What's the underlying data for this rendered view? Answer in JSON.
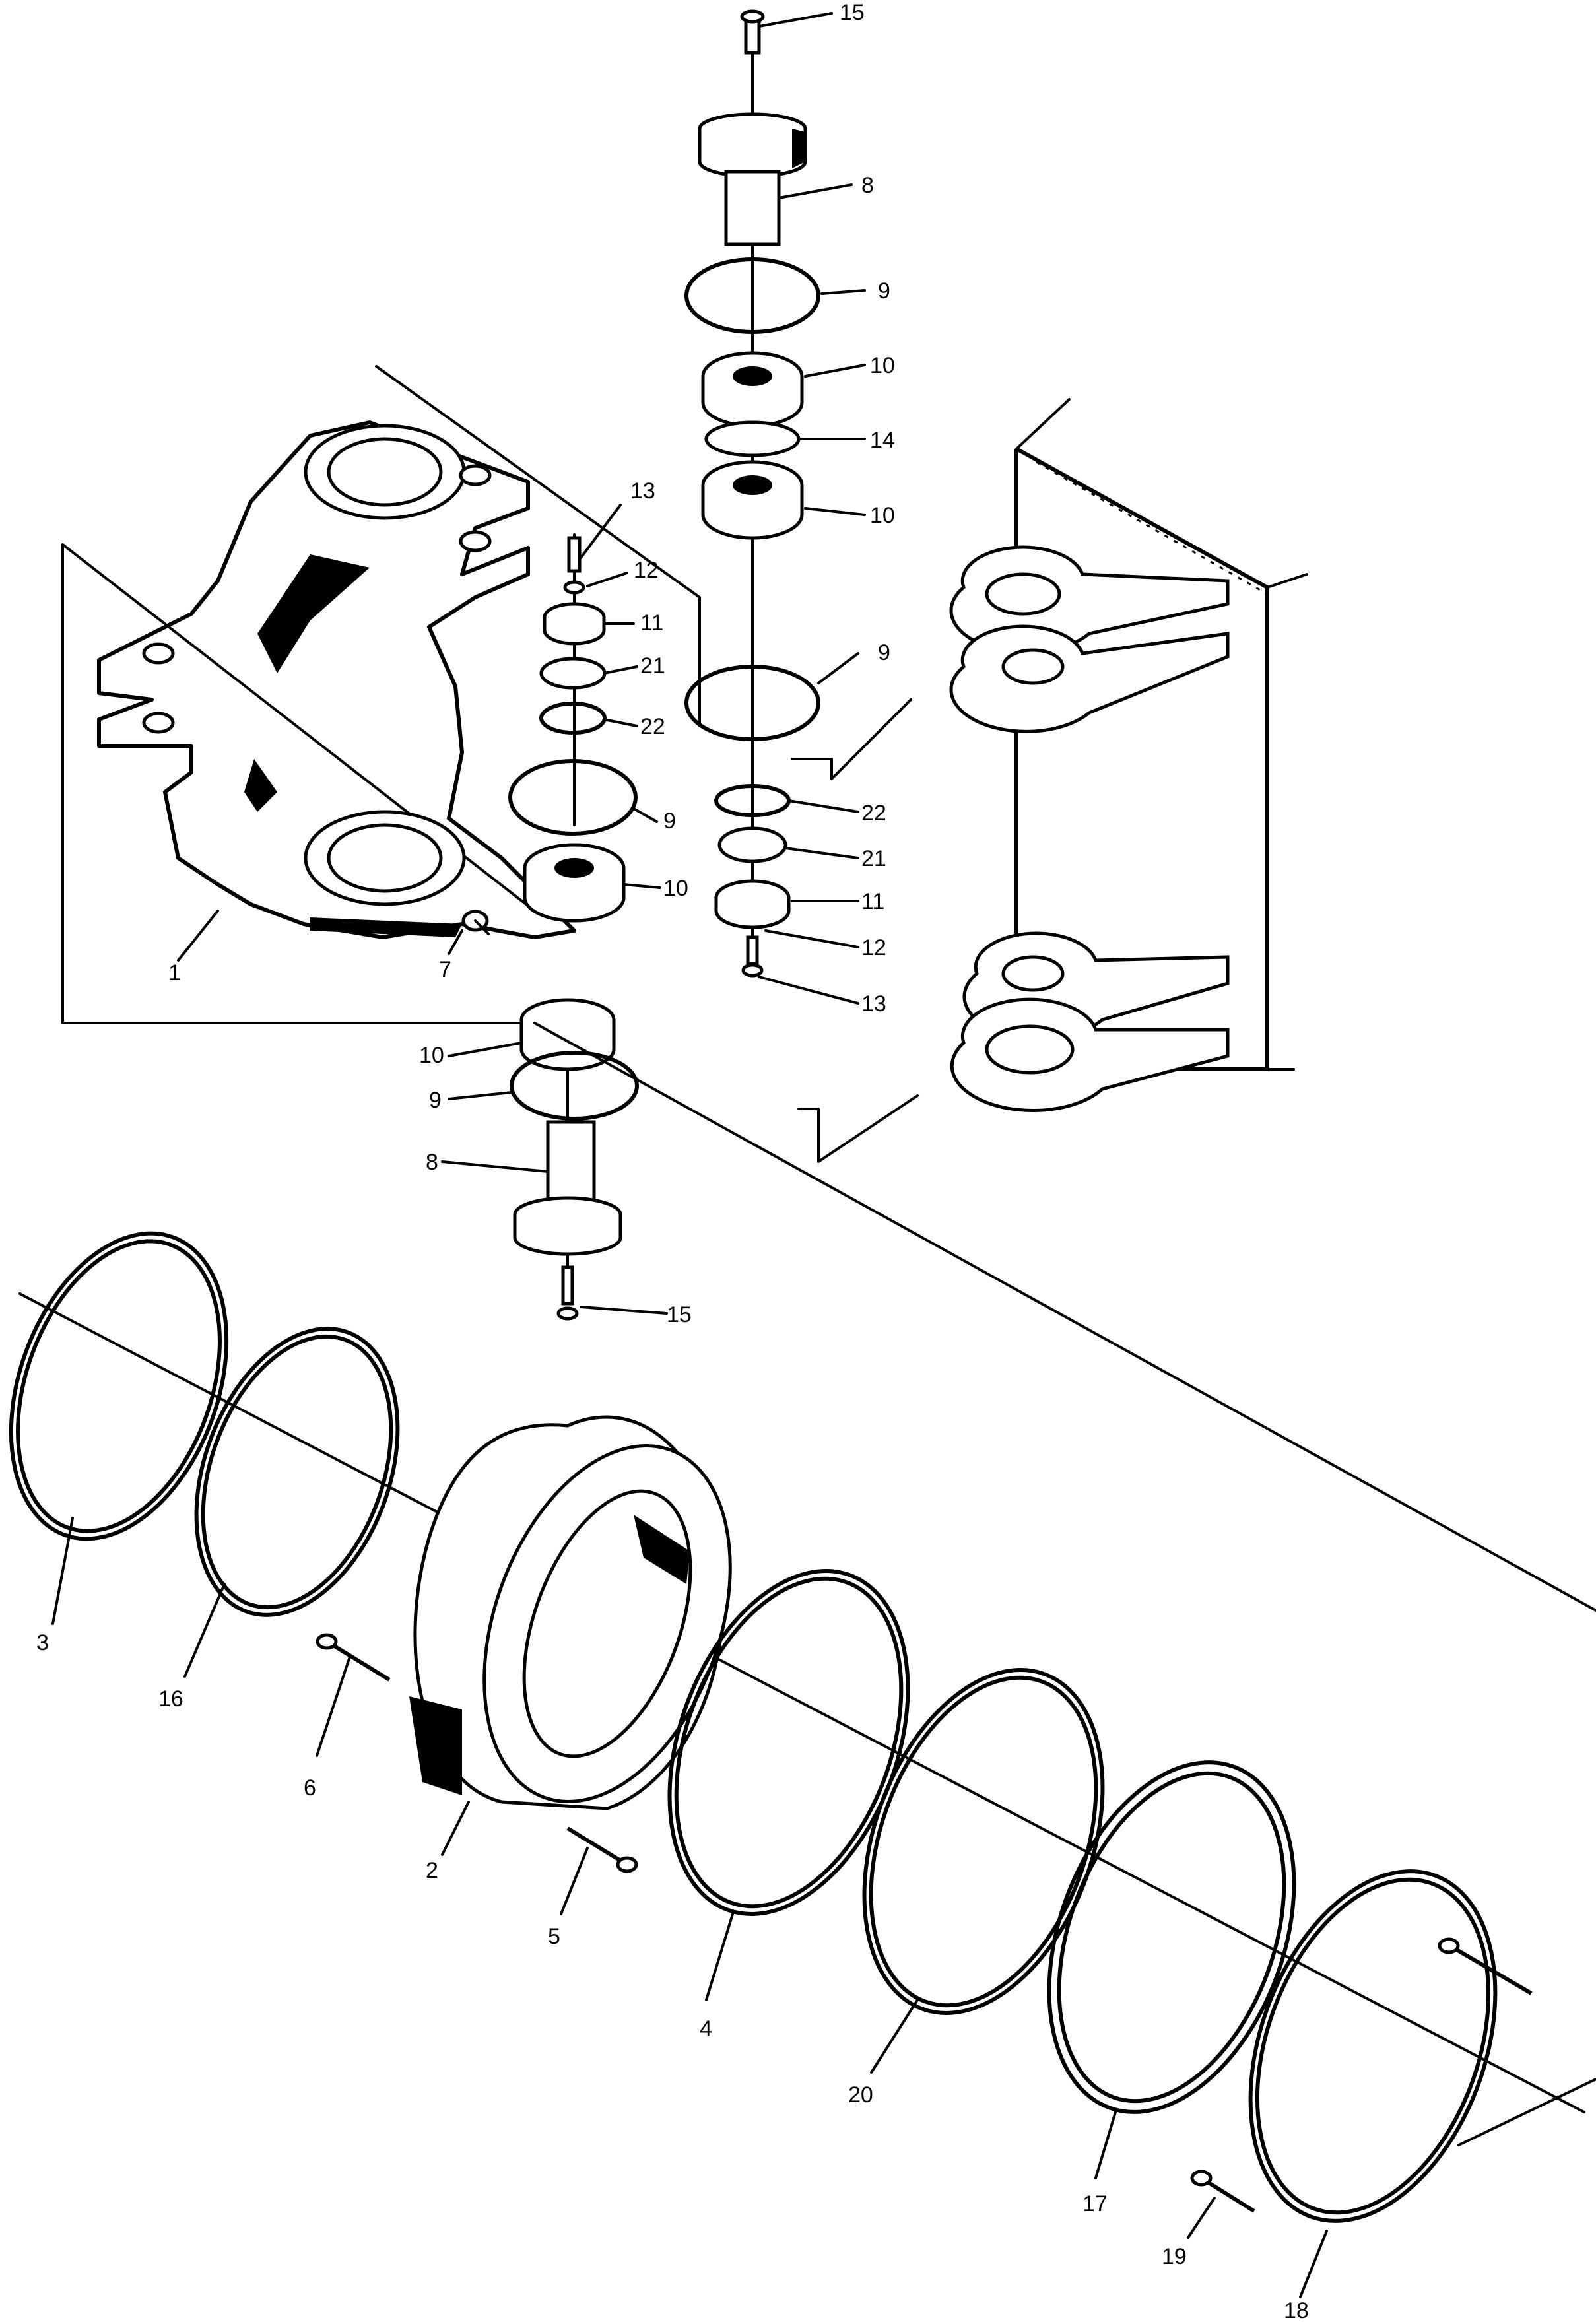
{
  "labels": {
    "l1": "1",
    "l2": "2",
    "l3": "3",
    "l4": "4",
    "l5": "5",
    "l6": "6",
    "l7": "7",
    "l8a": "8",
    "l8b": "8",
    "l9a": "9",
    "l9b": "9",
    "l9c": "9",
    "l9d": "9",
    "l10a": "10",
    "l10b": "10",
    "l10c": "10",
    "l10d": "10",
    "l11a": "11",
    "l11b": "11",
    "l12a": "12",
    "l12b": "12",
    "l13a": "13",
    "l13b": "13",
    "l14": "14",
    "l15a": "15",
    "l15b": "15",
    "l16": "16",
    "l17": "17",
    "l18": "18",
    "l19": "19",
    "l20": "20",
    "l21a": "21",
    "l21b": "21",
    "l22a": "22",
    "l22b": "22"
  }
}
